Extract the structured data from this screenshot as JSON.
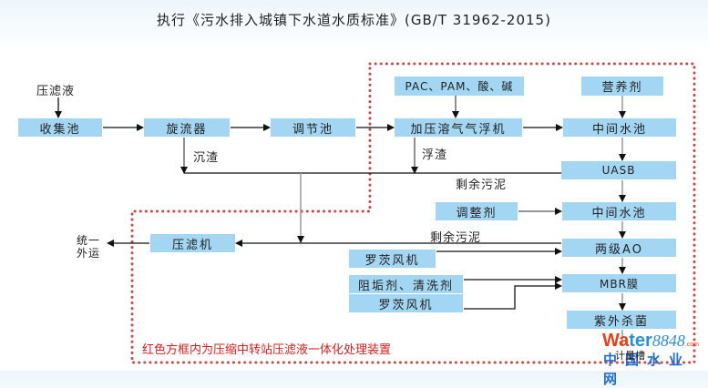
{
  "title": "执行《污水排入城镇下水道水质标准》(GB/T 31962-2015)",
  "nodes": {
    "filtrate": "压滤液",
    "collection_tank": "收集池",
    "hydrocyclone": "旋流器",
    "equalization_tank": "调节池",
    "daf": "加压溶气气浮机",
    "chemicals": "PAC、PAM、酸、碱",
    "nutrients": "营养剂",
    "intermediate_tank_1": "中间水池",
    "uasb": "UASB",
    "regulator": "调整剂",
    "intermediate_tank_2": "中间水池",
    "two_stage_ao": "两级AO",
    "roots_blower_1": "罗茨风机",
    "antiscalant": "阻垢剂、清洗剂",
    "roots_blower_2": "罗茨风机",
    "mbr": "MBR膜",
    "uv": "紫外杀菌",
    "filter_press": "压滤机"
  },
  "labels": {
    "sediment": "沉渣",
    "scum": "浮渣",
    "excess_sludge_1": "剩余污泥",
    "excess_sludge_2": "剩余污泥",
    "unified_transport_1": "统一",
    "unified_transport_2": "外运"
  },
  "note": "红色方框内为压缩中转站压滤液一体化处理装置",
  "watermark": {
    "brand_w": "Wa",
    "brand_ter": "ter",
    "brand_num": "8848",
    "brand_com": ".com",
    "cn": "中国水业网",
    "overlay": "计量槽"
  },
  "colors": {
    "box_fill": "#a3d6f3",
    "dotted_border": "#c9484a",
    "note_text": "#d61e1e"
  }
}
